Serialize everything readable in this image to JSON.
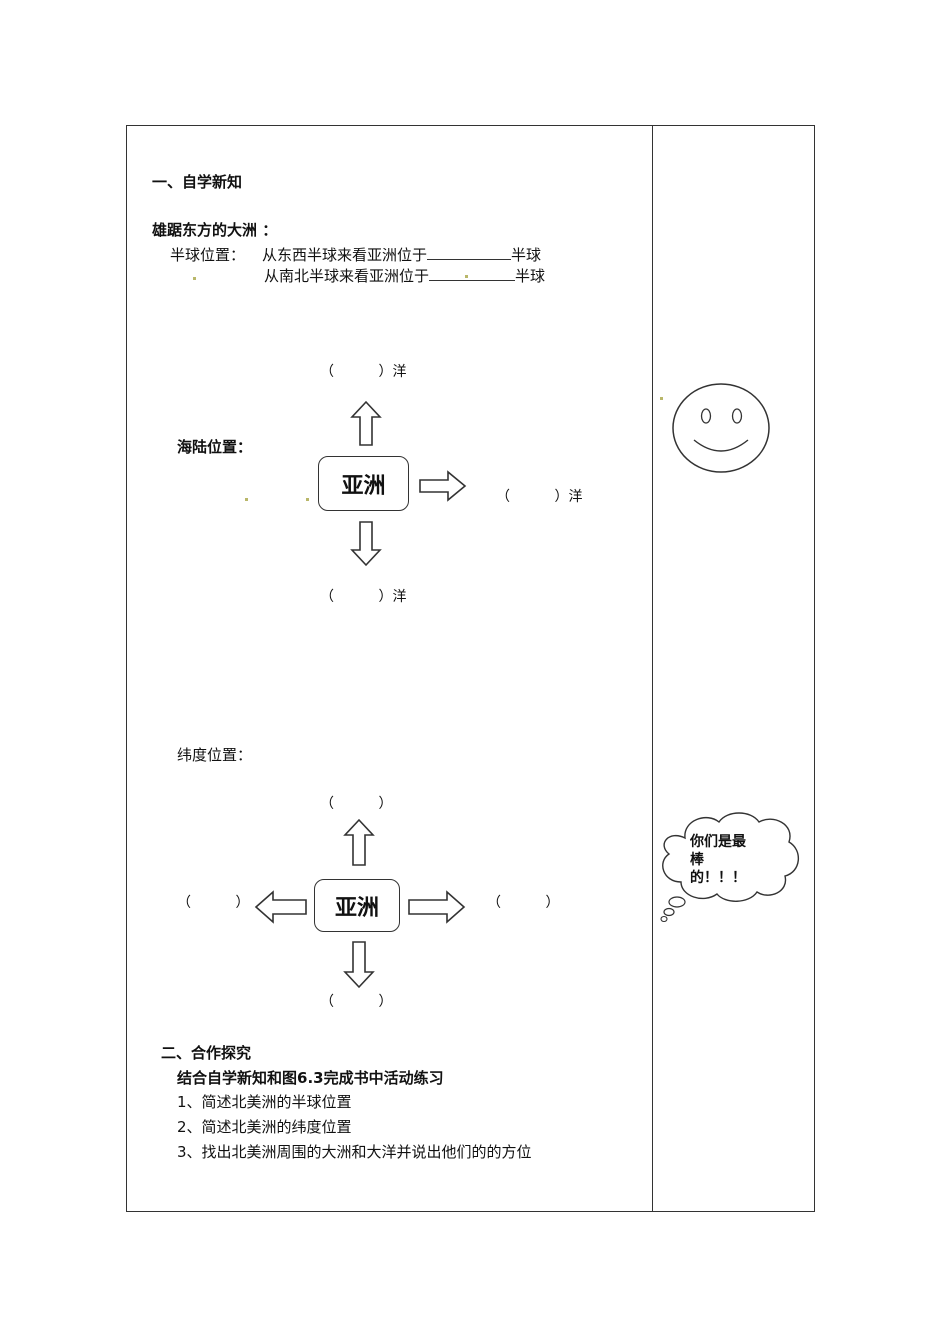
{
  "section1": {
    "heading": "一、自学新知",
    "subtitle": "雄踞东方的大洲 ：",
    "hemisphere_label": "半球位置：",
    "hemisphere_line1_pre": "从东西半球来看亚洲位于",
    "hemisphere_line1_post": "半球",
    "hemisphere_line2_pre": "从南北半球来看亚洲位于",
    "hemisphere_line2_post": "半球",
    "sea_land_label": "海陆位置：",
    "asia_label": "亚洲",
    "ocean_top": "（          ）洋",
    "ocean_right": "（          ）洋",
    "ocean_bottom": "（          ）洋",
    "latitude_label": "纬度位置：",
    "lat_top": "（          ）",
    "lat_left": "（          ）",
    "lat_right": "（          ）",
    "lat_bottom": "（          ）"
  },
  "section2": {
    "heading": "二、合作探究",
    "instruction": "结合自学新知和图6.3完成书中活动练习",
    "items": [
      "1、简述北美洲的半球位置",
      "2、简述北美洲的纬度位置",
      "3、找出北美洲周围的大洲和大洋并说出他们的的方位"
    ]
  },
  "sidebar": {
    "cloud_text_line1": "你们是最",
    "cloud_text_line2": "棒",
    "cloud_text_line3": "的！！！"
  }
}
